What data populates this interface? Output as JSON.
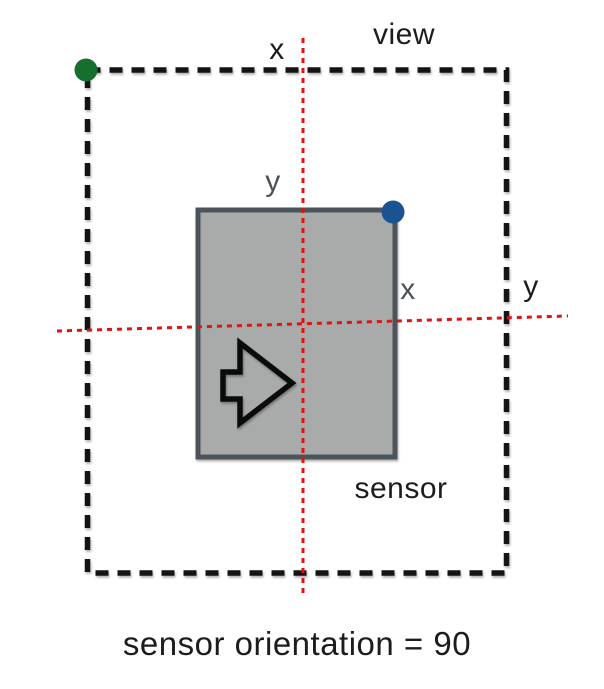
{
  "caption": "sensor orientation = 90",
  "view": {
    "label": "view",
    "origin_marker": "green-dot"
  },
  "sensor": {
    "label": "sensor",
    "origin_marker": "blue-dot",
    "orientation_value": "90"
  },
  "axis_labels": {
    "top_x": "x",
    "right_y": "y",
    "inner_y": "y",
    "inner_x": "x"
  },
  "colors": {
    "view_border": "#141414",
    "sensor_fill": "#a8aba9",
    "sensor_border": "#4c535b",
    "axis_red": "#e01310",
    "green_dot": "#166f2d",
    "blue_dot": "#1b5390",
    "gray_label": "#4a5258",
    "black_label": "#1c1c1c",
    "arrow_stroke": "#0b0b0b"
  }
}
